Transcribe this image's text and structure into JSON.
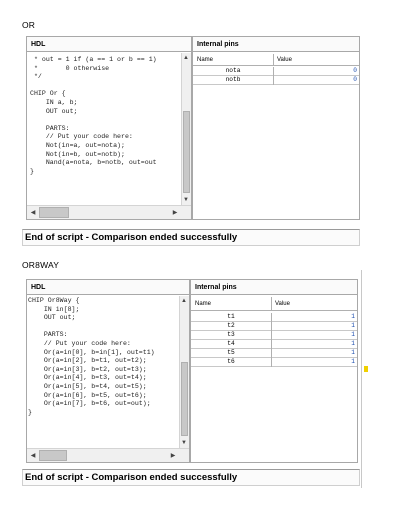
{
  "or": {
    "title": "OR",
    "hdl_header": "HDL",
    "pins_header": "Internal pins",
    "code_lines": [
      " * out = 1 if (a == 1 or b == 1)",
      " *       0 otherwise",
      " */",
      "",
      "CHIP Or {",
      "    IN a, b;",
      "    OUT out;",
      "",
      "    PARTS:",
      "    // Put your code here:",
      "    Not(in=a, out=nota);",
      "    Not(in=b, out=notb);",
      "    Nand(a=nota, b=notb, out=out",
      "}"
    ],
    "col_name": "Name",
    "col_value": "Value",
    "pins": [
      {
        "name": "nota",
        "value": "0"
      },
      {
        "name": "notb",
        "value": "0"
      }
    ],
    "status": "End of script - Comparison ended successfully"
  },
  "or8way": {
    "title": "OR8WAY",
    "hdl_header": "HDL",
    "pins_header": "Internal pins",
    "code_lines": [
      "CHIP Or8Way {",
      "    IN in[8];",
      "    OUT out;",
      "",
      "    PARTS:",
      "    // Put your code here:",
      "    Or(a=in[0], b=in[1], out=t1)",
      "    Or(a=in[2], b=t1, out=t2);",
      "    Or(a=in[3], b=t2, out=t3);",
      "    Or(a=in[4], b=t3, out=t4);",
      "    Or(a=in[5], b=t4, out=t5);",
      "    Or(a=in[6], b=t5, out=t6);",
      "    Or(a=in[7], b=t6, out=out);",
      "}"
    ],
    "col_name": "Name",
    "col_value": "Value",
    "pins": [
      {
        "name": "t1",
        "value": "1"
      },
      {
        "name": "t2",
        "value": "1"
      },
      {
        "name": "t3",
        "value": "1"
      },
      {
        "name": "t4",
        "value": "1"
      },
      {
        "name": "t5",
        "value": "1"
      },
      {
        "name": "t6",
        "value": "1"
      }
    ],
    "status": "End of script - Comparison ended successfully"
  },
  "icons": {
    "scroll_up": "scroll-up-arrow-icon",
    "scroll_down": "scroll-down-arrow-icon",
    "scroll_left": "scroll-left-arrow-icon",
    "scroll_right": "scroll-right-arrow-icon"
  }
}
